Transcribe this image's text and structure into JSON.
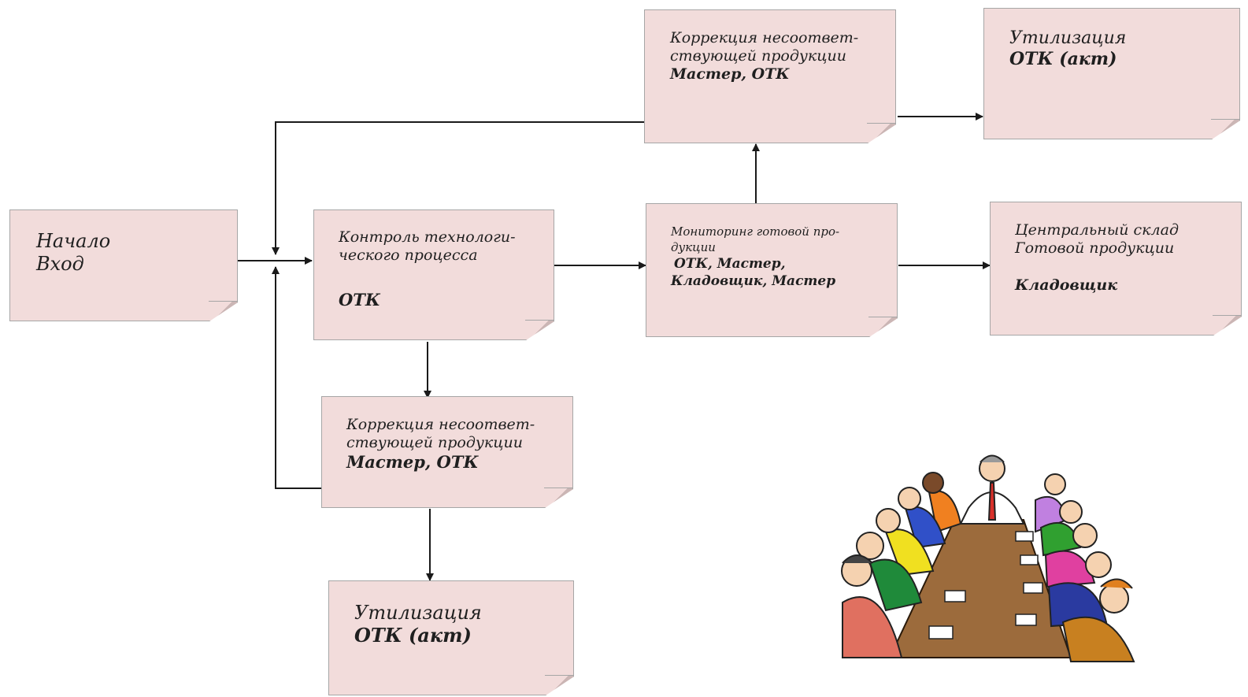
{
  "nodes": {
    "start": {
      "line1": "Начало",
      "line2": "Вход"
    },
    "process_control": {
      "line1": "Контроль технологи-",
      "line2": "ческого процесса",
      "owner": "ОТК"
    },
    "correction_top": {
      "line1": "Коррекция несоответ-",
      "line2": "ствующей продукции",
      "owner": "Мастер,  ОТК"
    },
    "disposal_top": {
      "line1": "Утилизация",
      "owner": "ОТК  (акт)"
    },
    "monitoring": {
      "line1": "Мониторинг  готовой  про-",
      "line2": "дукции",
      "owner1": "ОТК,  Мастер,",
      "owner2": "Кладовщик,  Мастер"
    },
    "warehouse": {
      "line1": "Центральный склад",
      "line2": "Готовой продукции",
      "owner": "Кладовщик"
    },
    "correction_bottom": {
      "line1": "Коррекция несоответ-",
      "line2": "ствующей продукции",
      "owner": "Мастер, ОТК"
    },
    "disposal_bottom": {
      "line1": "Утилизация",
      "owner": "ОТК  (акт)"
    }
  },
  "colors": {
    "note_fill": "#f2dcdb",
    "note_border": "#a6a6a6",
    "line": "#1a1a1a"
  },
  "illustration": {
    "icon": "meeting-table-clipart"
  }
}
